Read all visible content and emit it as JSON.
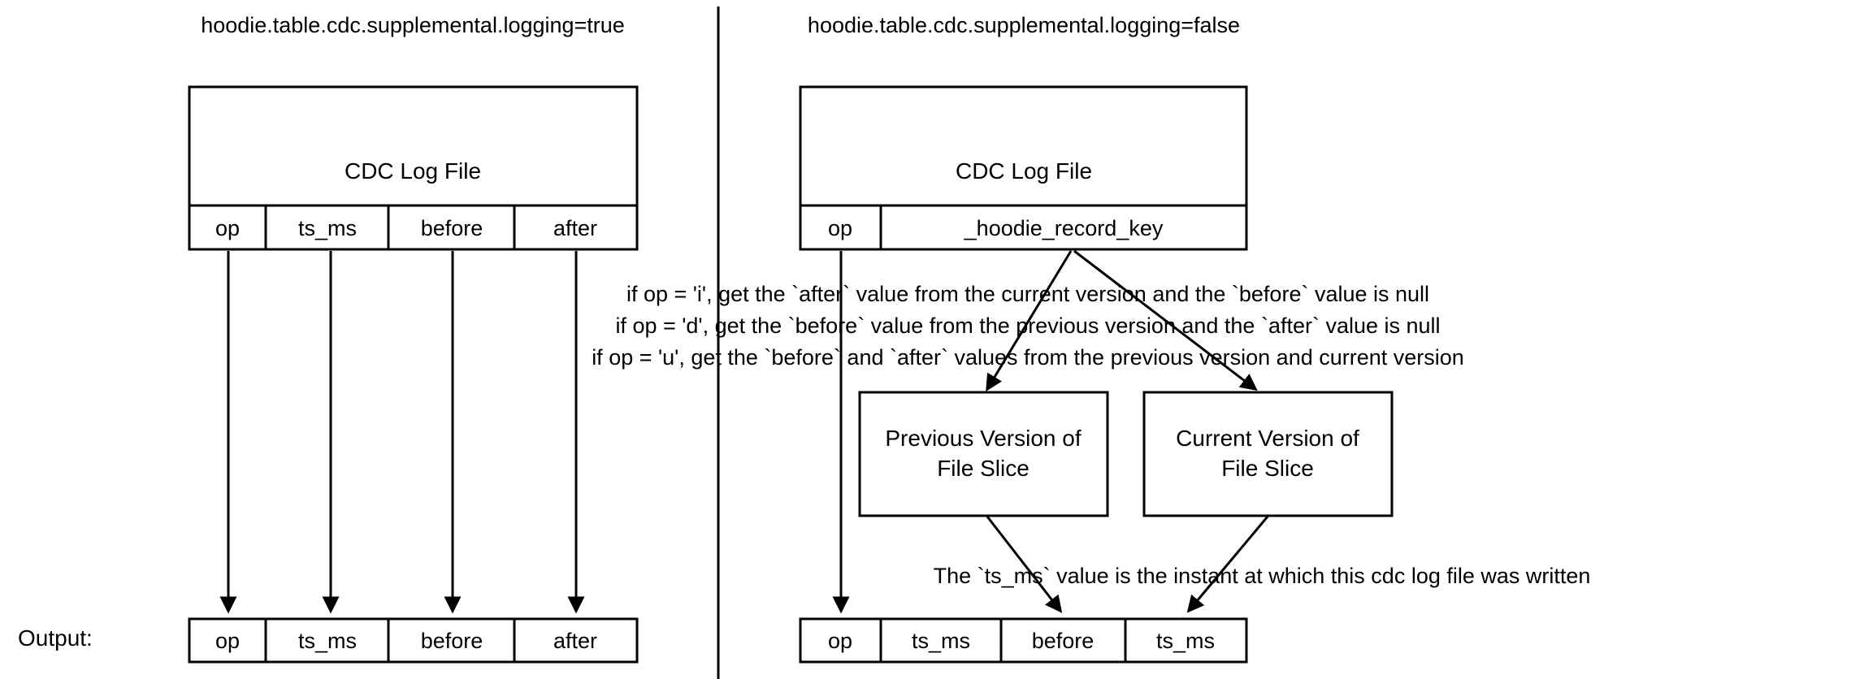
{
  "panels": [
    {
      "title": "hoodie.table.cdc.supplemental.logging=true",
      "source_box_label": "CDC Log File",
      "source_columns": [
        "op",
        "ts_ms",
        "before",
        "after"
      ],
      "output_label": "Output:",
      "output_columns": [
        "op",
        "ts_ms",
        "before",
        "after"
      ]
    },
    {
      "title": "hoodie.table.cdc.supplemental.logging=false",
      "source_box_label": "CDC Log File",
      "source_columns": [
        "op",
        "_hoodie_record_key"
      ],
      "notes": [
        "if op = 'i', get the `after` value from the current version and the `before` value is null",
        "if op = 'd', get the `before` value from the previous version  and the `after` value is null",
        "if op = 'u', get the `before` and `after` values from the previous version and current version"
      ],
      "version_boxes": [
        {
          "line1": "Previous Version of",
          "line2": "File Slice"
        },
        {
          "line1": "Current Version of",
          "line2": "File Slice"
        }
      ],
      "ts_note": "The `ts_ms` value is the instant at which this cdc log file was written",
      "output_columns": [
        "op",
        "ts_ms",
        "before",
        "ts_ms"
      ]
    }
  ],
  "colors": {
    "stroke": "#000000",
    "fill": "#ffffff",
    "background": "#ffffff"
  }
}
